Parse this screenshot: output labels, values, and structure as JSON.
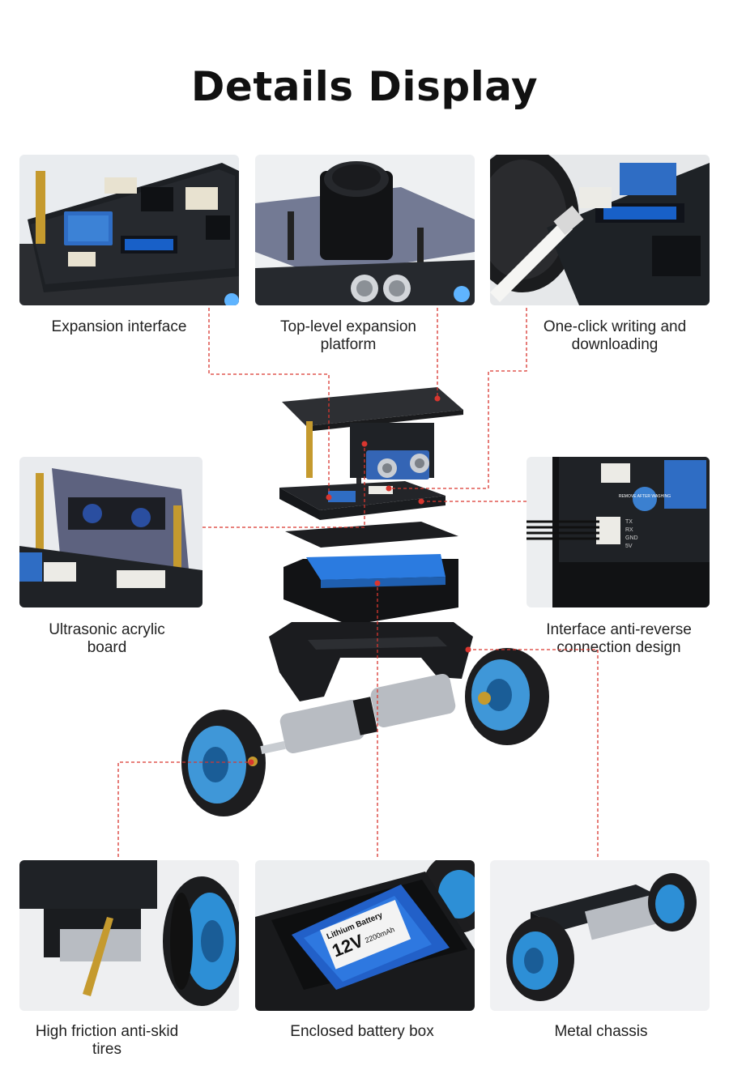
{
  "title": "Details Display",
  "captions": {
    "expansion_interface": "Expansion interface",
    "top_level_platform": "Top-level expansion platform",
    "one_click_writing": "One-click writing and downloading",
    "ultrasonic_board": "Ultrasonic acrylic board",
    "anti_reverse": "Interface anti-reverse connection design",
    "anti_skid_tires": "High friction anti-skid tires",
    "battery_box": "Enclosed battery box",
    "metal_chassis": "Metal chassis"
  },
  "photo_labels": {
    "battery_brand": "Lithium Battery",
    "battery_voltage": "12V",
    "battery_capacity": "2200mAh",
    "warning_sticker": "REMOVE AFTER WASHING",
    "pin_tx": "TX",
    "pin_rx": "RX",
    "pin_gnd": "GND",
    "pin_5v": "5V"
  },
  "colors": {
    "leader_line": "#d9362f",
    "wheel_blue": "#3f97d8",
    "tire_black": "#1d1d1d",
    "board_black": "#1f2226",
    "sensor_blue": "#3465b5"
  },
  "icons": [
    "leader-dot",
    "wheel",
    "motor",
    "pcb",
    "battery",
    "oled-screen"
  ]
}
